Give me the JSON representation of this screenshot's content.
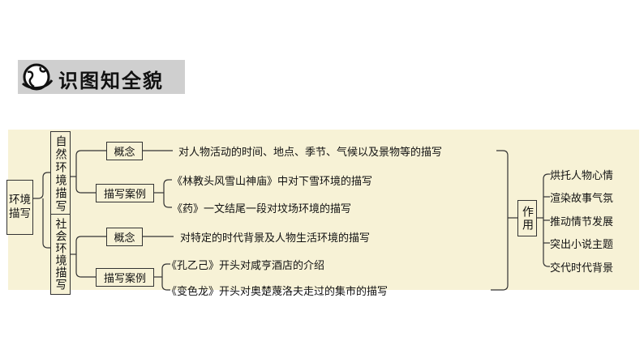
{
  "header": {
    "title": "识图知全貌",
    "icon": "globe-icon"
  },
  "root": {
    "label": "环境描写"
  },
  "natural": {
    "label": "自然环境描写",
    "concept_label": "概念",
    "concept_text": "对人物活动的时间、地点、季节、气候以及景物等的描写",
    "cases_label": "描写案例",
    "cases": [
      "《林教头风雪山神庙》中对下雪环境的描写",
      "《药》一文结尾一段对坟场环境的描写"
    ]
  },
  "social": {
    "label": "社会环境描写",
    "concept_label": "概念",
    "concept_text": "对特定的时代背景及人物生活环境的描写",
    "cases_label": "描写案例",
    "cases": [
      "《孔乙己》开头对咸亨酒店的介绍",
      "《变色龙》开头对奥楚蔑洛夫走过的集市的描写"
    ]
  },
  "function": {
    "label": "作用",
    "items": [
      "烘托人物心情",
      "渲染故事气氛",
      "推动情节发展",
      "突出小说主题",
      "交代时代背景"
    ]
  },
  "colors": {
    "frame_bg": "#f7f2d6",
    "header_bg": "#cfcfcf",
    "line": "#333333"
  }
}
